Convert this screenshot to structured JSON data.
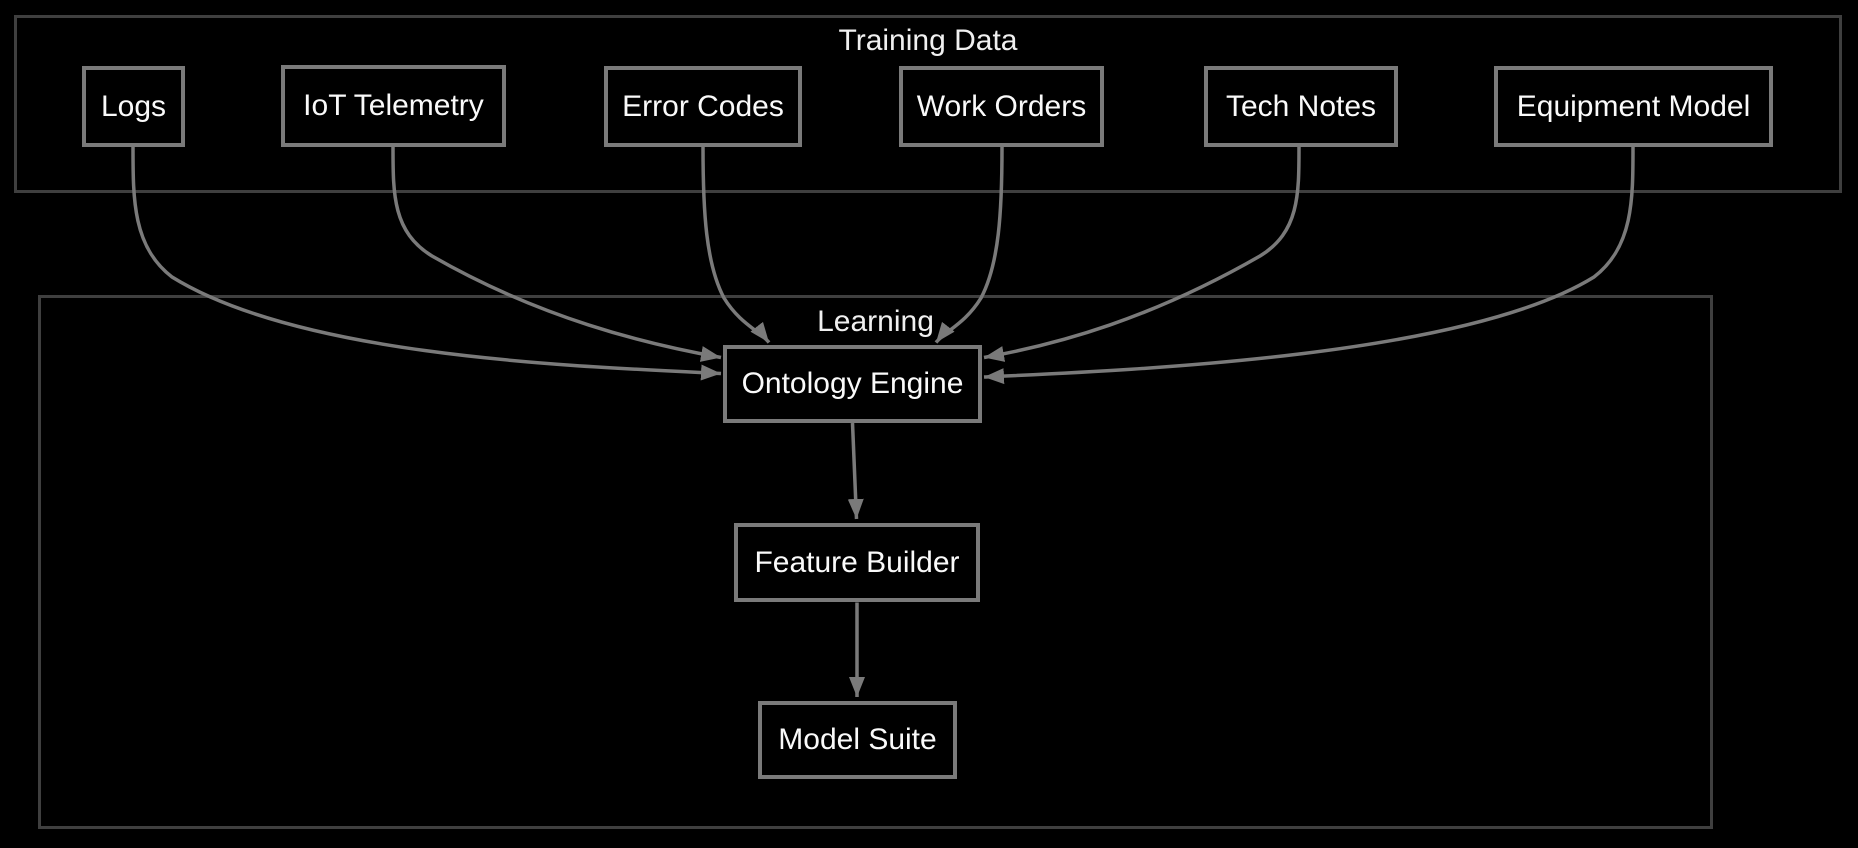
{
  "clusters": {
    "training": {
      "label": "Training Data"
    },
    "learning": {
      "label": "Learning"
    }
  },
  "nodes": {
    "logs": {
      "label": "Logs",
      "cluster": "Training Data"
    },
    "iot_telemetry": {
      "label": "IoT Telemetry",
      "cluster": "Training Data"
    },
    "error_codes": {
      "label": "Error Codes",
      "cluster": "Training Data"
    },
    "work_orders": {
      "label": "Work Orders",
      "cluster": "Training Data"
    },
    "tech_notes": {
      "label": "Tech Notes",
      "cluster": "Training Data"
    },
    "equipment_model": {
      "label": "Equipment Model",
      "cluster": "Training Data"
    },
    "ontology_engine": {
      "label": "Ontology Engine",
      "cluster": "Learning"
    },
    "feature_builder": {
      "label": "Feature Builder",
      "cluster": "Learning"
    },
    "model_suite": {
      "label": "Model Suite",
      "cluster": "Learning"
    }
  },
  "edges": [
    {
      "from": "Logs",
      "to": "Ontology Engine"
    },
    {
      "from": "IoT Telemetry",
      "to": "Ontology Engine"
    },
    {
      "from": "Error Codes",
      "to": "Ontology Engine"
    },
    {
      "from": "Work Orders",
      "to": "Ontology Engine"
    },
    {
      "from": "Tech Notes",
      "to": "Ontology Engine"
    },
    {
      "from": "Equipment Model",
      "to": "Ontology Engine"
    },
    {
      "from": "Ontology Engine",
      "to": "Feature Builder"
    },
    {
      "from": "Feature Builder",
      "to": "Model Suite"
    }
  ],
  "colors": {
    "background": "#000000",
    "node_border": "#7a7a7a",
    "node_text": "#fafafa",
    "cluster_border": "#3f3f3f",
    "cluster_title": "#f0f0f0",
    "edge": "#7a7a7a"
  }
}
